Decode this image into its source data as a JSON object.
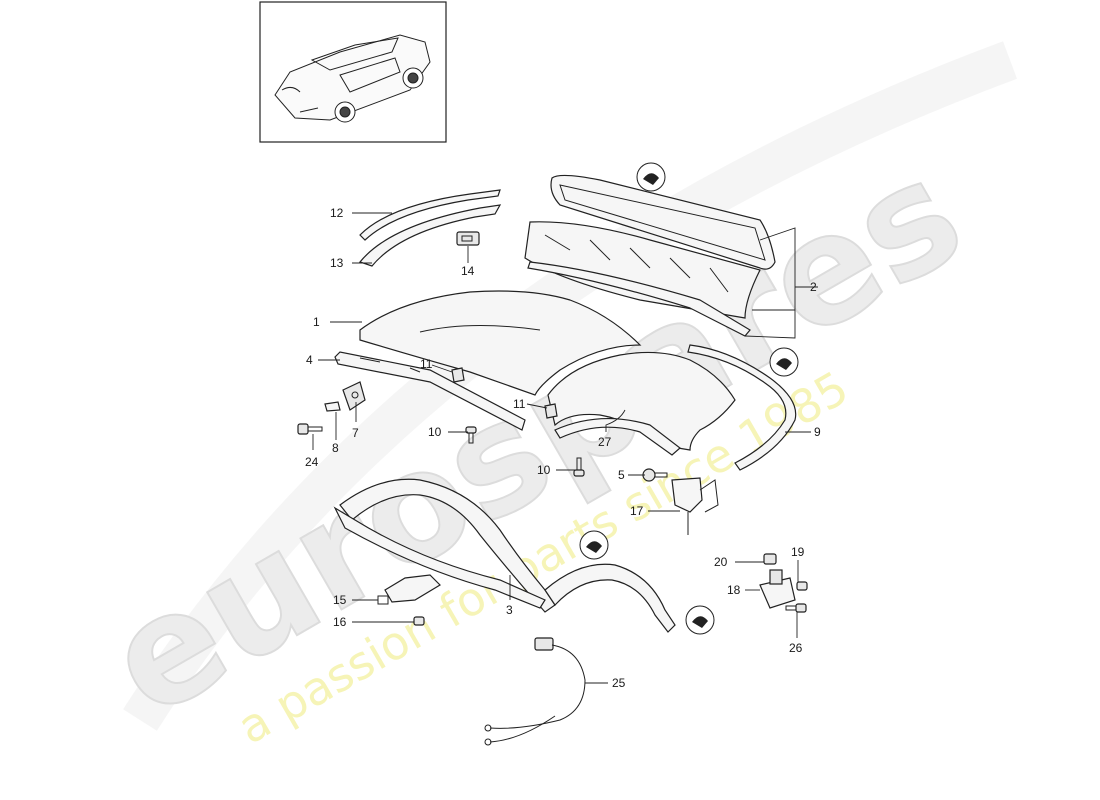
{
  "watermark": {
    "brand": "eurospares",
    "tagline": "a passion for parts since 1985"
  },
  "thumbnail": {
    "icon": "car-convertible-icon"
  },
  "callouts": [
    {
      "id": "1"
    },
    {
      "id": "2"
    },
    {
      "id": "3"
    },
    {
      "id": "4"
    },
    {
      "id": "5"
    },
    {
      "id": "7"
    },
    {
      "id": "8"
    },
    {
      "id": "9"
    },
    {
      "id": "10"
    },
    {
      "id": "10"
    },
    {
      "id": "11"
    },
    {
      "id": "11"
    },
    {
      "id": "12"
    },
    {
      "id": "13"
    },
    {
      "id": "14"
    },
    {
      "id": "15"
    },
    {
      "id": "16"
    },
    {
      "id": "17"
    },
    {
      "id": "18"
    },
    {
      "id": "19"
    },
    {
      "id": "20"
    },
    {
      "id": "24"
    },
    {
      "id": "25"
    },
    {
      "id": "26"
    },
    {
      "id": "27"
    }
  ],
  "symbols": [
    {
      "icon": "adhesive-symbol-icon"
    },
    {
      "icon": "adhesive-symbol-icon"
    },
    {
      "icon": "adhesive-symbol-icon"
    },
    {
      "icon": "adhesive-symbol-icon"
    }
  ],
  "colors": {
    "line": "#222222",
    "watermark_grey": "#e6e6e6",
    "watermark_yellow": "#f3f1a0"
  }
}
